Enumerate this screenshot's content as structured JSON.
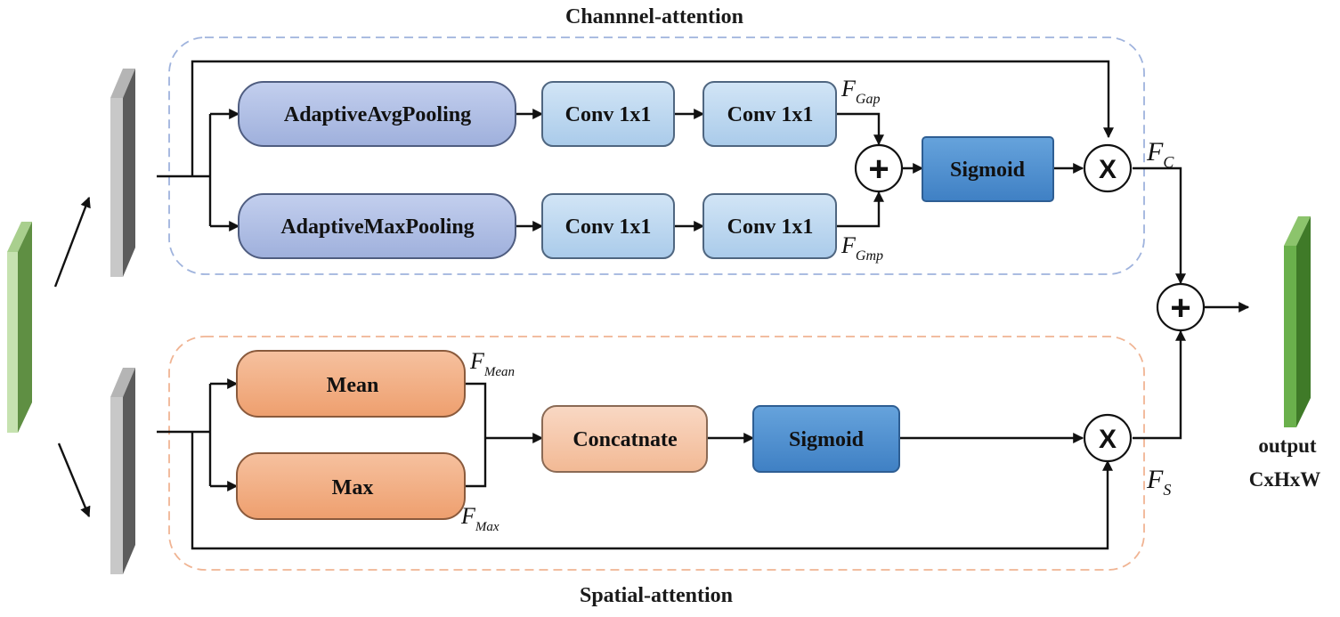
{
  "title_channel": "Channnel-attention",
  "title_spatial": "Spatial-attention",
  "colors": {
    "channel_border": "#9fb3dd",
    "spatial_border": "#f0b493",
    "pool_fill": "#aebde3",
    "conv_fill": "#bdd8ef",
    "sigmoid_fill": "#4f8fcf",
    "meanmax_fill": "#f2b084",
    "concat_fill": "#f6c9ae",
    "input_tensor": "#c6e2b0",
    "output_tensor": "#6ab04c"
  },
  "boxes": {
    "avg_pool": "AdaptiveAvgPooling",
    "max_pool": "AdaptiveMaxPooling",
    "conv_avg_1": "Conv 1x1",
    "conv_avg_2": "Conv 1x1",
    "conv_max_1": "Conv 1x1",
    "conv_max_2": "Conv 1x1",
    "sigmoid_channel": "Sigmoid",
    "mean": "Mean",
    "max": "Max",
    "concat": "Concatnate",
    "sigmoid_spatial": "Sigmoid"
  },
  "ops": {
    "add_channel": "+",
    "mul_channel": "X",
    "add_out": "+",
    "mul_spatial": "X"
  },
  "labels": {
    "fgap": {
      "base": "F",
      "sub": "Gap"
    },
    "fgmp": {
      "base": "F",
      "sub": "Gmp"
    },
    "fc": {
      "base": "F",
      "sub": "C"
    },
    "fs": {
      "base": "F",
      "sub": "S"
    },
    "fmean": {
      "base": "F",
      "sub": "Mean"
    },
    "fmax": {
      "base": "F",
      "sub": "Max"
    }
  },
  "output": {
    "line1": "output",
    "line2": "CxHxW"
  }
}
